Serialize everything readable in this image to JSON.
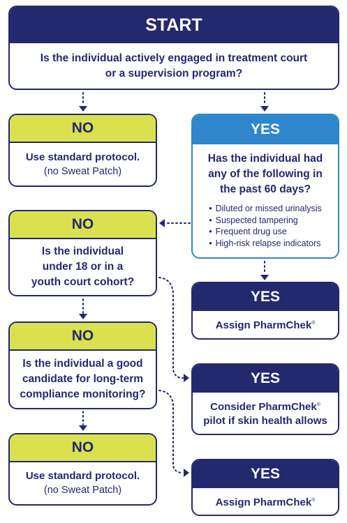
{
  "start": {
    "header": "START",
    "question": "Is the individual actively engaged in treatment court or a supervision program?"
  },
  "no_1": {
    "header": "NO",
    "line1": "Use standard protocol.",
    "line2": "(no Sweat Patch)"
  },
  "yes_1": {
    "header": "YES",
    "question": "Has the individual had any of the following in the past 60 days?",
    "bullets": [
      "Diluted or missed urinalysis",
      "Suspected tampering",
      "Frequent drug use",
      "High-risk relapse indicators"
    ]
  },
  "no_2": {
    "header": "NO",
    "question": "Is the individual under 18 or in a youth court cohort?"
  },
  "yes_2": {
    "header": "YES",
    "text": "Assign PharmChek",
    "mark": "®"
  },
  "no_3": {
    "header": "NO",
    "question": "Is the individual a good candidate for long-term compliance monitoring?"
  },
  "yes_3": {
    "header": "YES",
    "line1": "Consider PharmChek",
    "mark": "®",
    "line2": "pilot if skin health allows"
  },
  "no_4": {
    "header": "NO",
    "line1": "Use standard protocol.",
    "line2": "(no Sweat Patch)"
  },
  "yes_4": {
    "header": "YES",
    "text": "Assign PharmChek",
    "mark": "®"
  },
  "colors": {
    "navy": "#24286e",
    "lime": "#d9e14f",
    "blue": "#2f86cc"
  }
}
